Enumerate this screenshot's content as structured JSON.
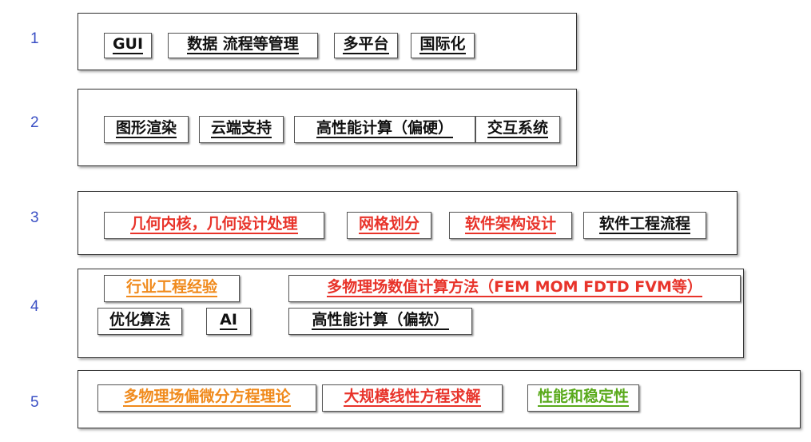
{
  "rows": [
    {
      "num": "1",
      "items": [
        "GUI",
        "数据 流程等管理",
        "多平台",
        "国际化"
      ]
    },
    {
      "num": "2",
      "items": [
        "图形渲染",
        "云端支持",
        "高性能计算（偏硬）",
        "交互系统"
      ]
    },
    {
      "num": "3",
      "items": [
        "几何内核，几何设计处理",
        "网格划分",
        "软件架构设计",
        "软件工程流程"
      ]
    },
    {
      "num": "4",
      "items": [
        "行业工程经验",
        "多物理场数值计算方法（FEM MOM FDTD FVM等）",
        "优化算法",
        "AI",
        "高性能计算（偏软）"
      ]
    },
    {
      "num": "5",
      "items": [
        "多物理场偏微分方程理论",
        "大规模线性方程求解",
        "性能和稳定性"
      ]
    }
  ],
  "colors": {
    "number": "#3a4fc4",
    "black": "#111111",
    "red": "#e8332a",
    "orange": "#f08a1c",
    "green": "#5aaa1c"
  }
}
